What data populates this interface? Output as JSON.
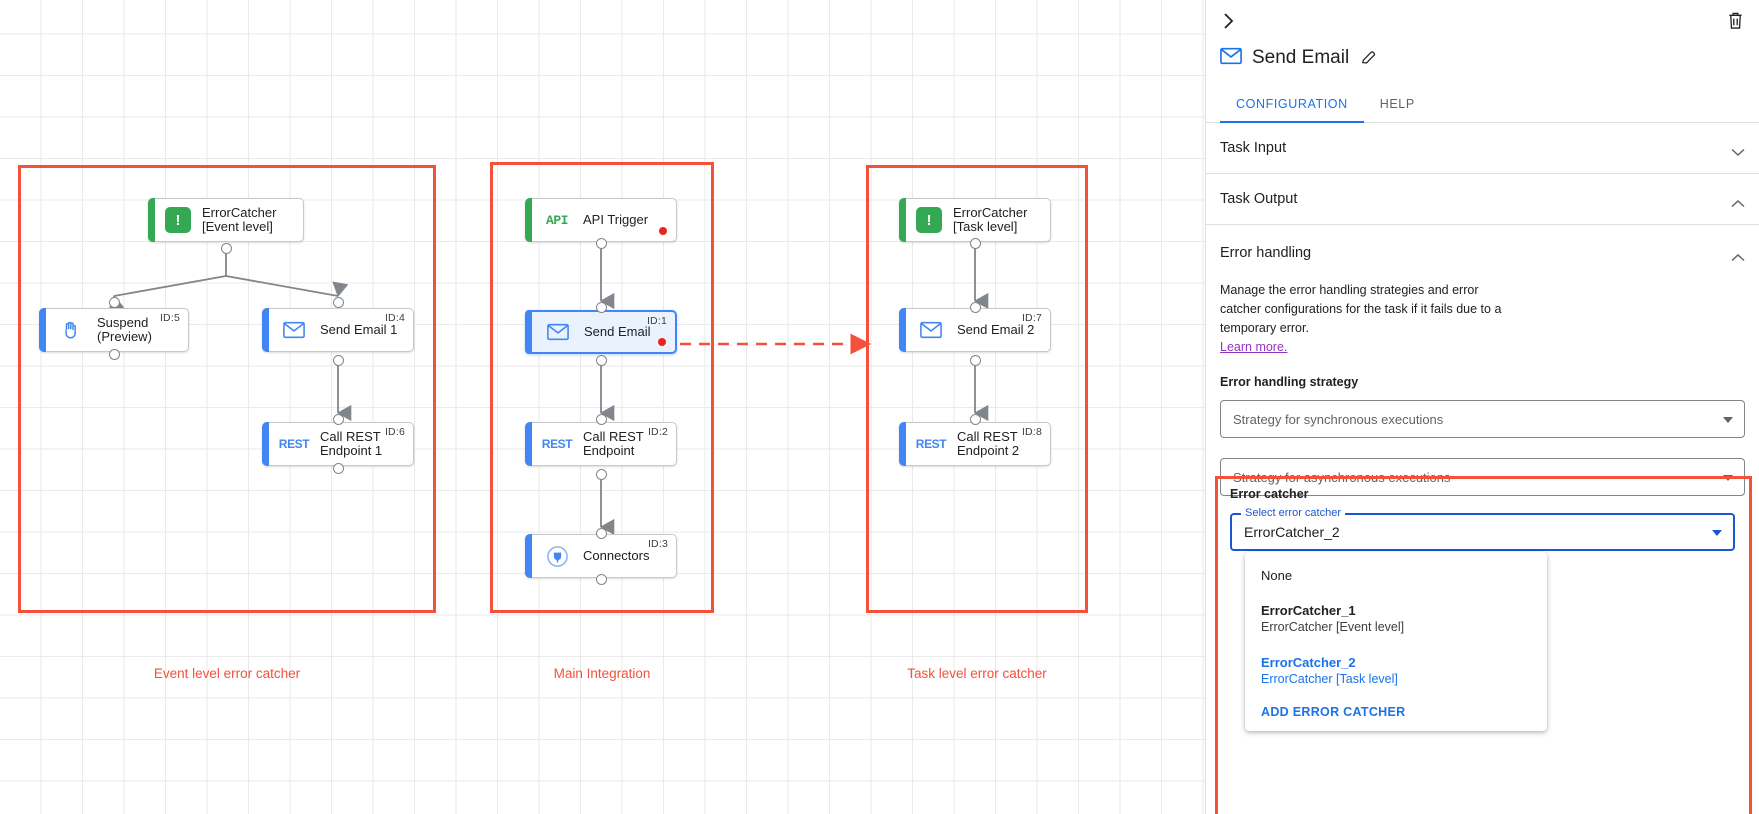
{
  "canvas": {
    "groups": [
      {
        "caption": "Event level error catcher"
      },
      {
        "caption": "Main Integration"
      },
      {
        "caption": "Task level error catcher"
      }
    ],
    "nodes": {
      "error_catcher_event": {
        "label": "ErrorCatcher\n[Event level]",
        "icon": "error-catcher-icon",
        "id": ""
      },
      "suspend": {
        "label": "Suspend\n(Preview)",
        "icon": "hand-icon",
        "id": "ID:5"
      },
      "send_email_1": {
        "label": "Send Email 1",
        "icon": "mail-icon",
        "id": "ID:4"
      },
      "call_rest_1": {
        "label": "Call REST\nEndpoint 1",
        "icon": "rest-icon",
        "id": "ID:6"
      },
      "api_trigger": {
        "label": "API Trigger",
        "icon": "api-icon",
        "id": ""
      },
      "send_email": {
        "label": "Send Email",
        "icon": "mail-icon",
        "id": "ID:1"
      },
      "call_rest": {
        "label": "Call REST\nEndpoint",
        "icon": "rest-icon",
        "id": "ID:2"
      },
      "connectors": {
        "label": "Connectors",
        "icon": "connectors-icon",
        "id": "ID:3"
      },
      "error_catcher_task": {
        "label": "ErrorCatcher\n[Task level]",
        "icon": "error-catcher-icon",
        "id": ""
      },
      "send_email_2": {
        "label": "Send Email 2",
        "icon": "mail-icon",
        "id": "ID:7"
      },
      "call_rest_2": {
        "label": "Call REST\nEndpoint 2",
        "icon": "rest-icon",
        "id": "ID:8"
      }
    },
    "icon_text": {
      "api": "API",
      "rest": "REST",
      "error_catcher": "!"
    }
  },
  "panel": {
    "title": "Send Email",
    "tabs": [
      {
        "label": "CONFIGURATION",
        "active": true
      },
      {
        "label": "HELP",
        "active": false
      }
    ],
    "sections": {
      "task_input": {
        "title": "Task Input",
        "expanded": false
      },
      "task_output": {
        "title": "Task Output",
        "expanded": true
      },
      "error_handling": {
        "title": "Error handling",
        "expanded": true
      }
    },
    "error_handling": {
      "description": "Manage the error handling strategies and error catcher configurations for the task if it fails due to a temporary error.",
      "learn_more": "Learn more.",
      "strategy_label": "Error handling strategy",
      "sync_placeholder": "Strategy for synchronous executions",
      "async_placeholder": "Strategy for asynchronous executions"
    },
    "error_catcher": {
      "title": "Error catcher",
      "float_label": "Select error catcher",
      "value": "ErrorCatcher_2",
      "options": [
        {
          "primary": "None",
          "secondary": "",
          "bold": false,
          "selected": false
        },
        {
          "primary": "ErrorCatcher_1",
          "secondary": "ErrorCatcher [Event level]",
          "bold": true,
          "selected": false
        },
        {
          "primary": "ErrorCatcher_2",
          "secondary": "ErrorCatcher [Task level]",
          "bold": true,
          "selected": true
        }
      ],
      "add_label": "ADD ERROR CATCHER"
    }
  },
  "colors": {
    "accent_blue": "#1a73e8",
    "group_red": "#f4513a",
    "trigger_green": "#34a853",
    "task_blue": "#4285f4",
    "error_red": "#e8271a",
    "learn_purple": "#9334c1"
  }
}
